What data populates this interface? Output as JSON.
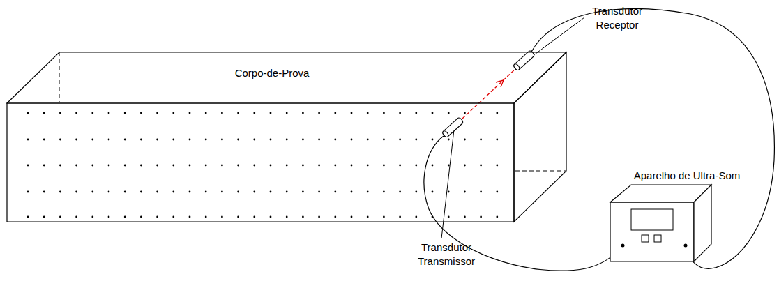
{
  "diagram": {
    "nodes": [
      {
        "text": [
          "Corpo-de-Prova"
        ]
      },
      {
        "text": [
          "Aparelho de Ultra-Som"
        ]
      }
    ],
    "labels": [
      "Transdutor Receptor",
      "Transdutor Transmissor"
    ]
  }
}
